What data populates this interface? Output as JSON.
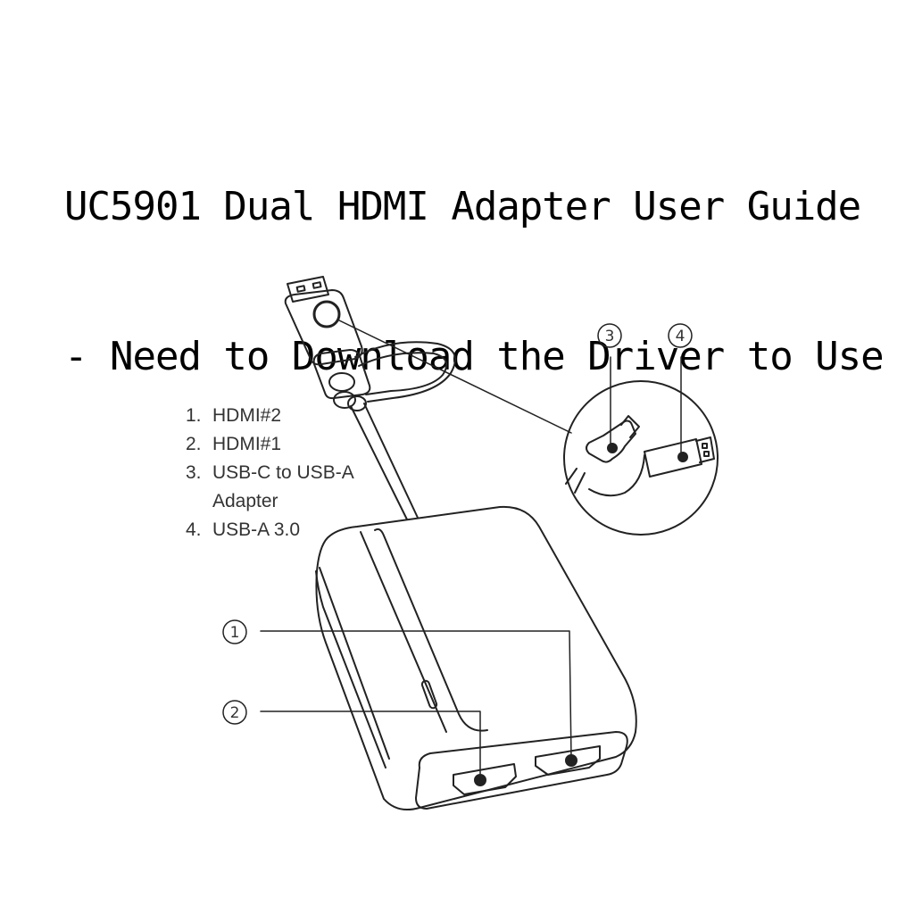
{
  "document": {
    "title_line1": "UC5901 Dual HDMI Adapter User Guide",
    "title_line2": "- Need to Download the Driver to Use"
  },
  "legend": {
    "items": [
      {
        "num": "1.",
        "label": "HDMI#2"
      },
      {
        "num": "2.",
        "label": "HDMI#1"
      },
      {
        "num": "3.",
        "label": "USB-C to USB-A",
        "label_cont": "Adapter"
      },
      {
        "num": "4.",
        "label": "USB-A 3.0"
      }
    ]
  },
  "callouts": {
    "c1": "1",
    "c2": "2",
    "c3": "3",
    "c4": "4"
  },
  "icons": {
    "device": "hdmi-adapter-illustration",
    "connector": "usb-connector-illustration"
  }
}
